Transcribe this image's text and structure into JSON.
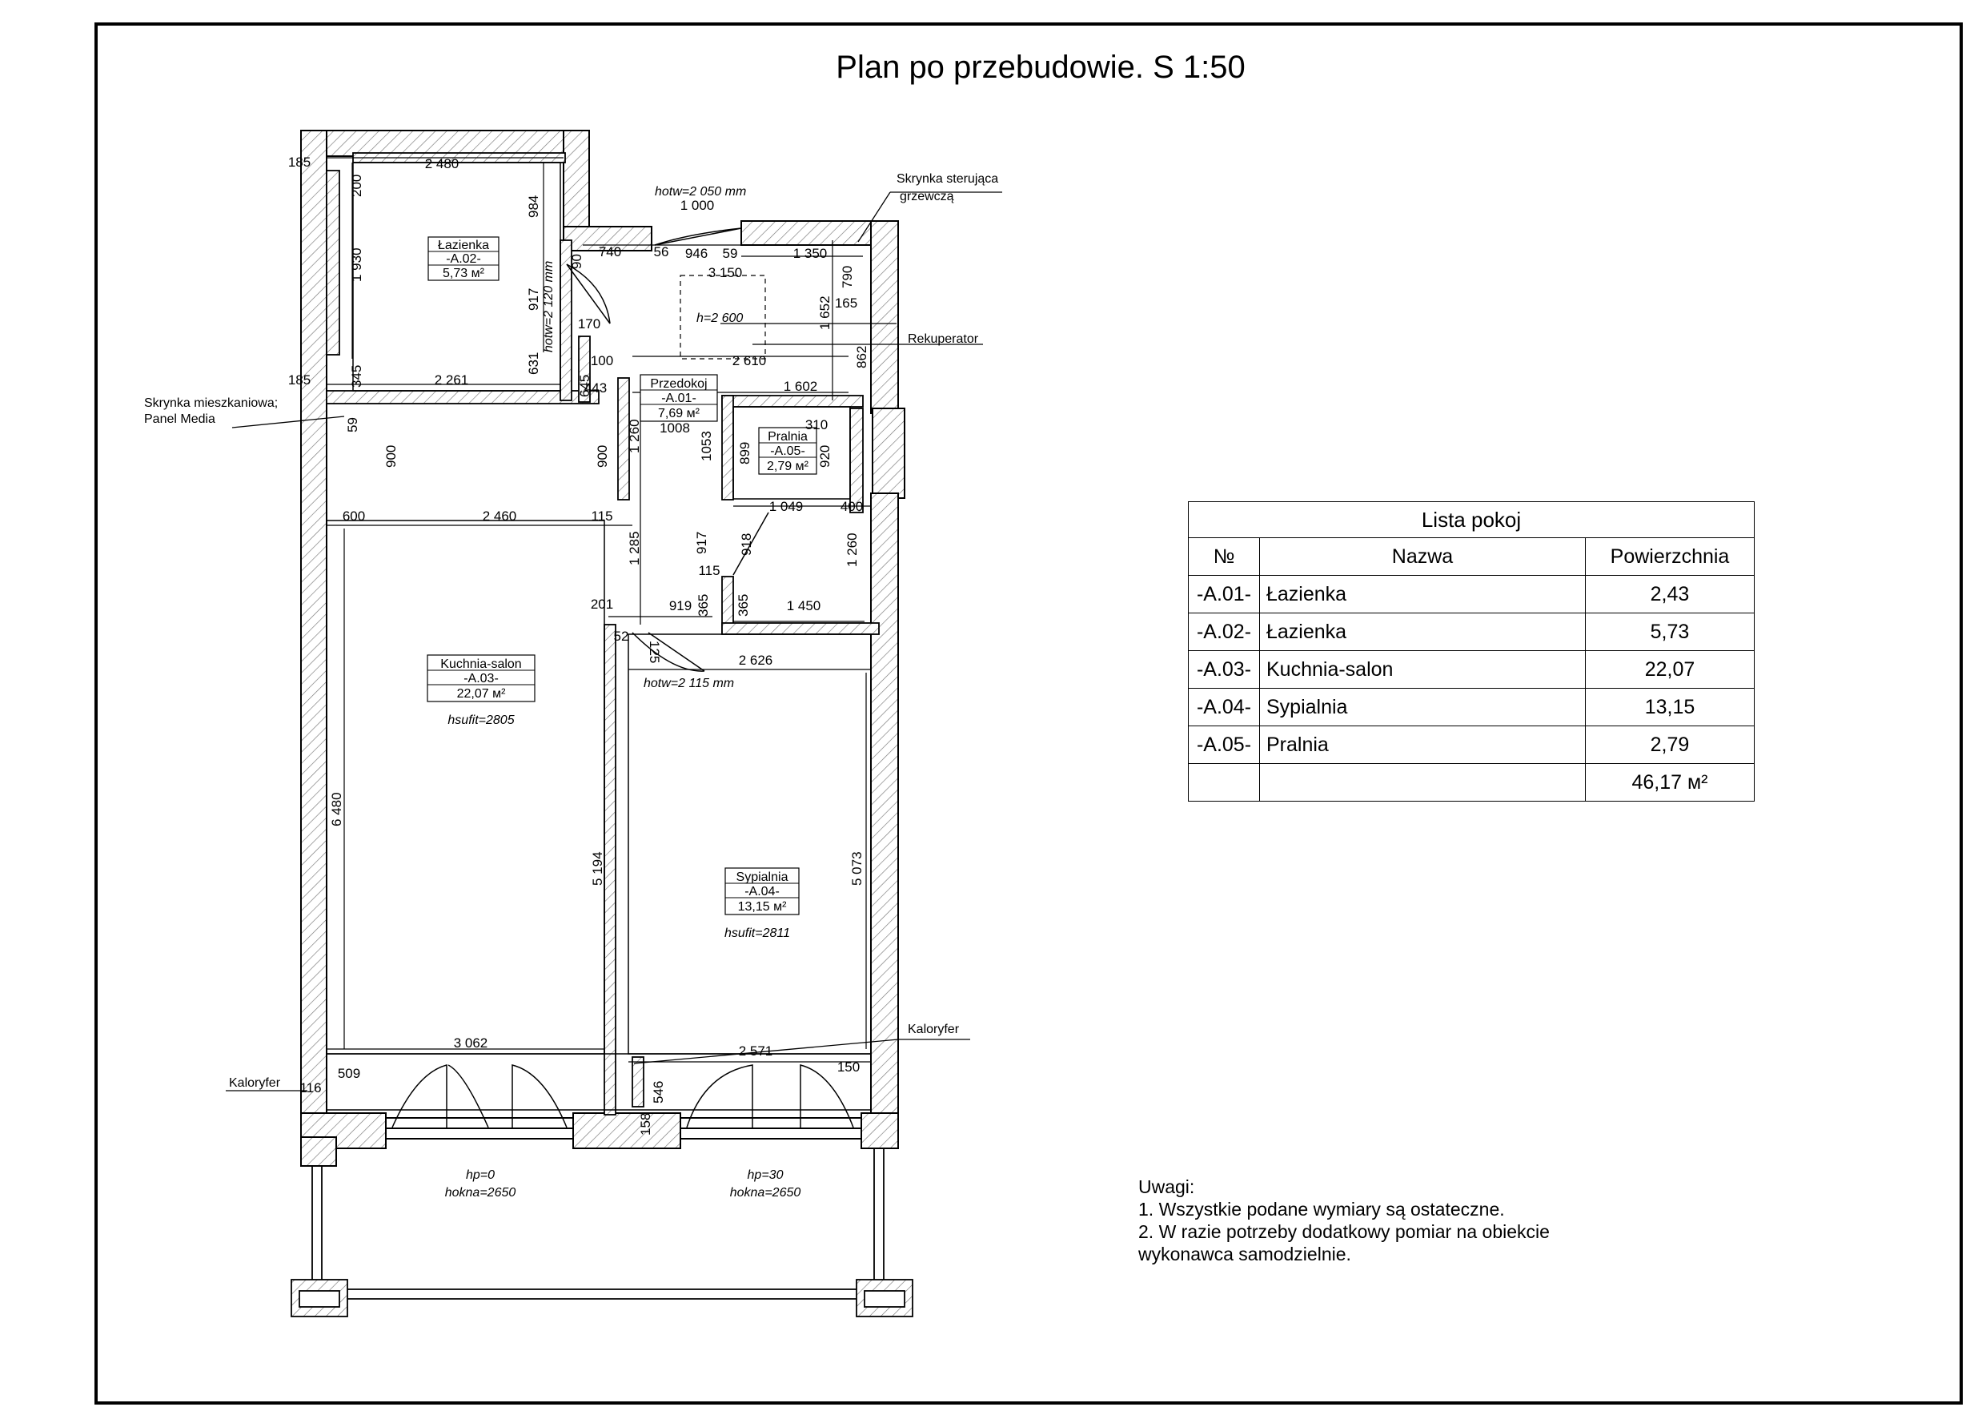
{
  "title": "Plan po przebudowie. S 1:50",
  "table": {
    "caption": "Lista pokoj",
    "headers": [
      "№",
      "Nazwa",
      "Powierzchnia"
    ],
    "rows": [
      {
        "id": "-A.01-",
        "name": "Łazienka",
        "area": "2,43"
      },
      {
        "id": "-A.02-",
        "name": "Łazienka",
        "area": "5,73"
      },
      {
        "id": "-A.03-",
        "name": "Kuchnia-salon",
        "area": "22,07"
      },
      {
        "id": "-A.04-",
        "name": "Sypialnia",
        "area": "13,15"
      },
      {
        "id": "-A.05-",
        "name": "Pralnia",
        "area": "2,79"
      }
    ],
    "total": "46,17 м²"
  },
  "notes": {
    "heading": "Uwagi:",
    "lines": [
      "1. Wszystkie podane wymiary są ostateczne.",
      "2. W razie potrzeby dodatkowy pomiar na obiekcie",
      "wykonawca samodzielnie."
    ]
  },
  "rooms": [
    {
      "name": "Łazienka",
      "code": "-A.02-",
      "area": "5,73 м²"
    },
    {
      "name": "Przedokoj",
      "code": "-A.01-",
      "area": "7,69 м²"
    },
    {
      "name": "Pralnia",
      "code": "-A.05-",
      "area": "2,79 м²"
    },
    {
      "name": "Kuchnia-salon",
      "code": "-A.03-",
      "area": "22,07 м²",
      "height": "hsufit=2805"
    },
    {
      "name": "Sypialnia",
      "code": "-A.04-",
      "area": "13,15 м²",
      "height": "hsufit=2811"
    }
  ],
  "labels": {
    "skrynka_sterujaca_1": "Skrynka sterująca",
    "skrynka_sterujaca_2": "grzewczą",
    "rekuperator": "Rekuperator",
    "skrynka_mieszk_1": "Skrynka mieszkaniowa;",
    "skrynka_mieszk_2": "Panel Media",
    "kaloryfer_left": "Kaloryfer",
    "kaloryfer_right": "Kaloryfer",
    "h_otw_top": "hotw=2 050 mm",
    "h_otw_side": "hotw=2 120 mm",
    "h_otw_mid": "hotw=2 115 mm",
    "h_2600": "h=2 600",
    "hp_left": "hp=0",
    "hokna_left": "hokna=2650",
    "hp_right": "hp=30",
    "hokna_right": "hokna=2650"
  },
  "dims": {
    "d2480": "2 480",
    "d185a": "185",
    "d200": "200",
    "d1930": "1 930",
    "d984": "984",
    "d917a": "917",
    "d631": "631",
    "d345": "345",
    "d2261": "2 261",
    "d185b": "185",
    "d1000": "1 000",
    "d740": "740",
    "d56": "56",
    "d946": "946",
    "d59": "59",
    "d1350": "1 350",
    "d3150": "3 150",
    "d90": "90",
    "d170": "170",
    "d1652": "1 652",
    "d790": "790",
    "d165": "165",
    "d862": "862",
    "d2610": "2 610",
    "d100": "100",
    "d645": "645",
    "d443": "443",
    "d1602": "1 602",
    "d1008": "1008",
    "d1260a": "1 260",
    "d310": "310",
    "d1053": "1053",
    "d899": "899",
    "d920": "920",
    "d59b": "59",
    "d900a": "900",
    "d900b": "900",
    "d600": "600",
    "d2460": "2 460",
    "d115a": "115",
    "d1049": "1 049",
    "d400": "400",
    "d1285": "1 285",
    "d917b": "917",
    "d918": "918",
    "d115b": "115",
    "d1260b": "1 260",
    "d201": "201",
    "d919": "919",
    "d365a": "365",
    "d365b": "365",
    "d1450": "1 450",
    "d52": "52",
    "d125": "125",
    "d2626": "2 626",
    "d6480": "6 480",
    "d5194": "5 194",
    "d5073": "5 073",
    "d3062": "3 062",
    "d2571": "2 571",
    "d509": "509",
    "d116": "116",
    "d150": "150",
    "d546": "546",
    "d158": "158"
  }
}
